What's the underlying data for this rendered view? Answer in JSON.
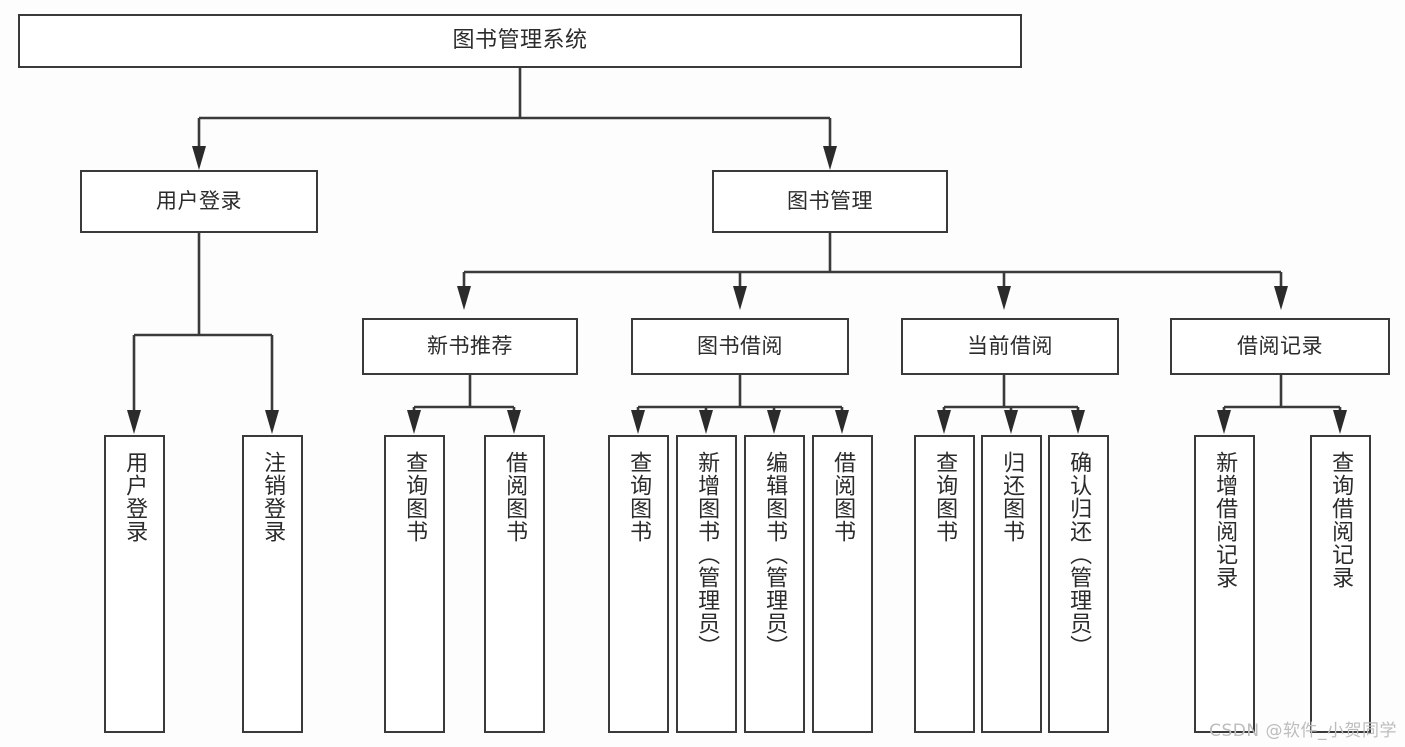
{
  "diagram": {
    "title": "图书管理系统",
    "type": "tree-hierarchy-chart",
    "colors": {
      "background": "#fdfdfd",
      "node_fill": "#ffffff",
      "node_border": "#3a3a3a",
      "edge": "#3a3a3a",
      "text": "#2b2b2b",
      "watermark": "#bdbdbd"
    }
  },
  "root": {
    "label": "图书管理系统"
  },
  "level1": [
    {
      "label": "用户登录"
    },
    {
      "label": "图书管理"
    }
  ],
  "level2": [
    {
      "label": "新书推荐"
    },
    {
      "label": "图书借阅"
    },
    {
      "label": "当前借阅"
    },
    {
      "label": "借阅记录"
    }
  ],
  "leaves": {
    "user_login": [
      {
        "label": "用户登录"
      },
      {
        "label": "注销登录"
      }
    ],
    "new_book_recommend": [
      {
        "label": "查询图书"
      },
      {
        "label": "借阅图书"
      }
    ],
    "book_borrow": [
      {
        "label": "查询图书"
      },
      {
        "label": "新增图书（管理员）"
      },
      {
        "label": "编辑图书（管理员）"
      },
      {
        "label": "借阅图书"
      }
    ],
    "current_borrow": [
      {
        "label": "查询图书"
      },
      {
        "label": "归还图书"
      },
      {
        "label": "确认归还（管理员）"
      }
    ],
    "borrow_record": [
      {
        "label": "新增借阅记录"
      },
      {
        "label": "查询借阅记录"
      }
    ]
  },
  "watermark": {
    "text": "CSDN @软件_小贺同学"
  }
}
